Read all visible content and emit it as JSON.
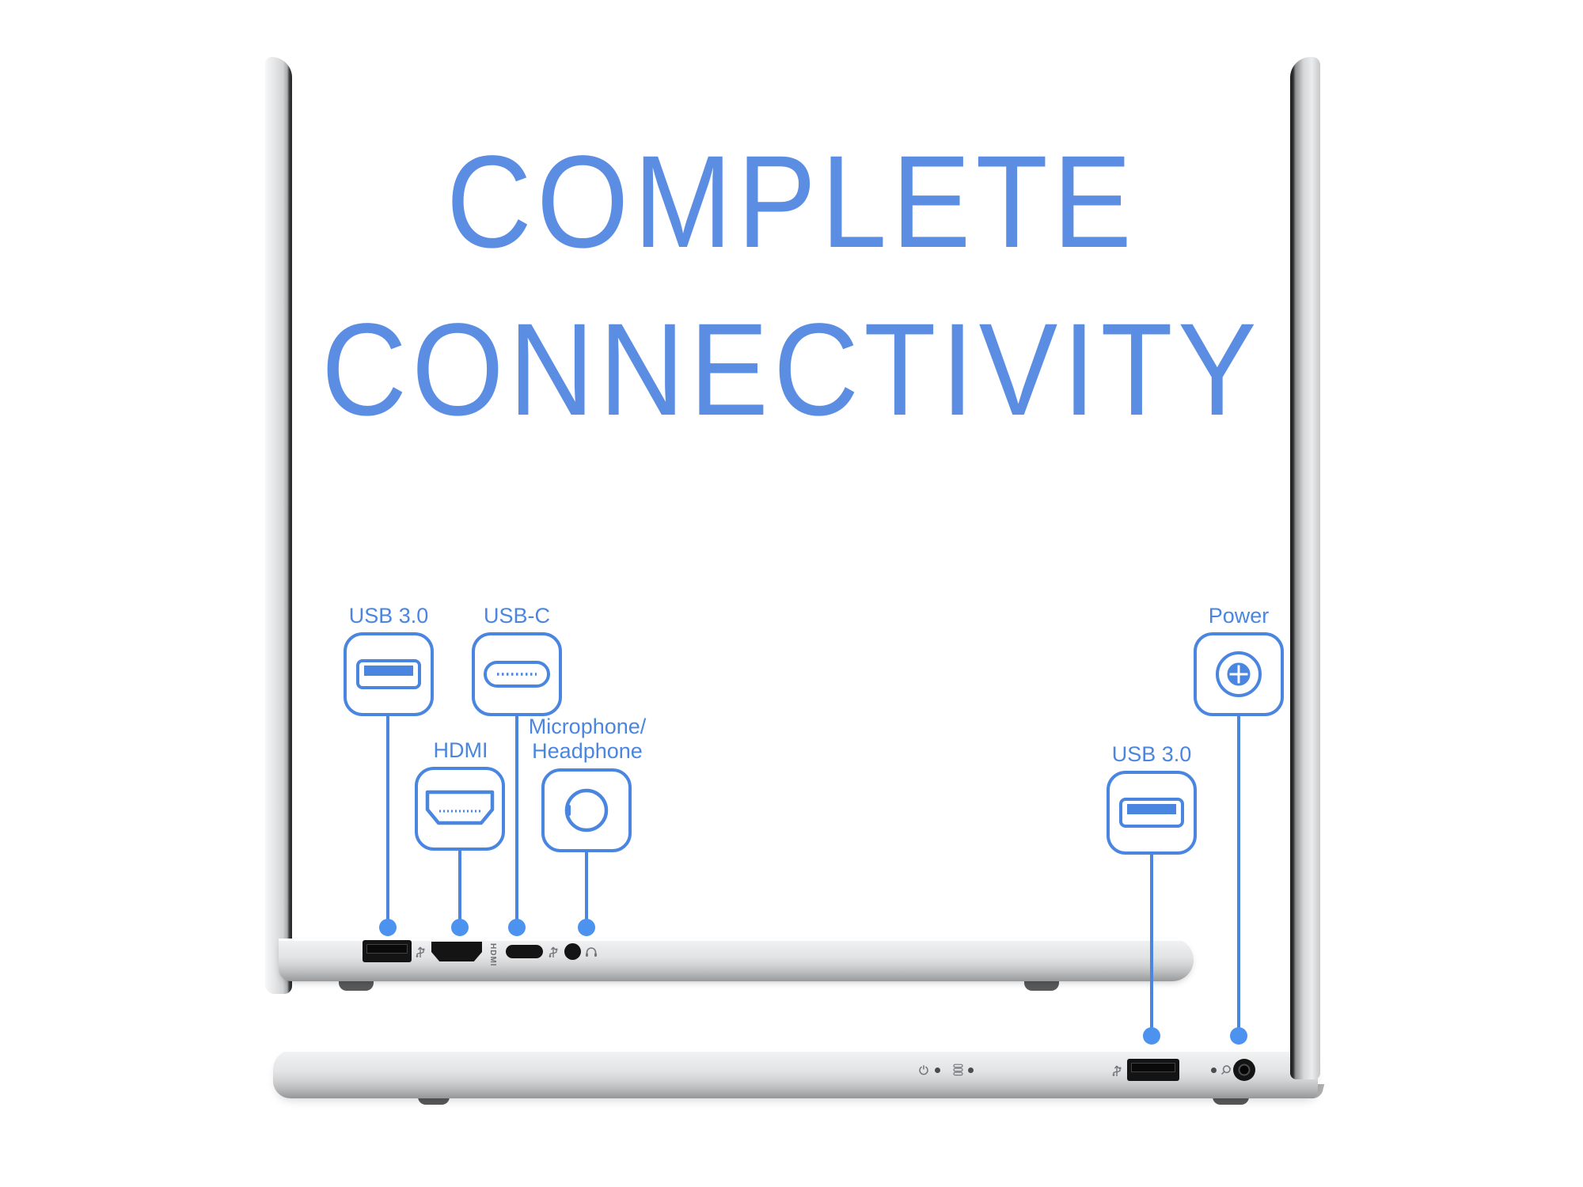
{
  "title": {
    "line1": "COMPLETE",
    "line2": "CONNECTIVITY"
  },
  "colors": {
    "accent_blue": "#4a86e0",
    "title_blue": "#5b8de2",
    "dot_blue": "#4b93ee",
    "laptop_silver": "#e2e3e5",
    "laptop_dark_edge": "#232426",
    "port_black": "#141415"
  },
  "callouts": {
    "left": [
      {
        "id": "usb3",
        "label": "USB 3.0",
        "icon": "usb-a-port-icon"
      },
      {
        "id": "usbc",
        "label": "USB-C",
        "icon": "usb-c-port-icon"
      },
      {
        "id": "hdmi",
        "label": "HDMI",
        "icon": "hdmi-port-icon"
      },
      {
        "id": "mic-headphone",
        "label_line1": "Microphone/",
        "label_line2": "Headphone",
        "icon": "audio-jack-icon"
      }
    ],
    "right": [
      {
        "id": "power",
        "label": "Power",
        "icon": "power-port-icon"
      },
      {
        "id": "usb3",
        "label": "USB 3.0",
        "icon": "usb-a-port-icon"
      }
    ]
  },
  "edge_text": {
    "hdmi": "HDMI"
  }
}
